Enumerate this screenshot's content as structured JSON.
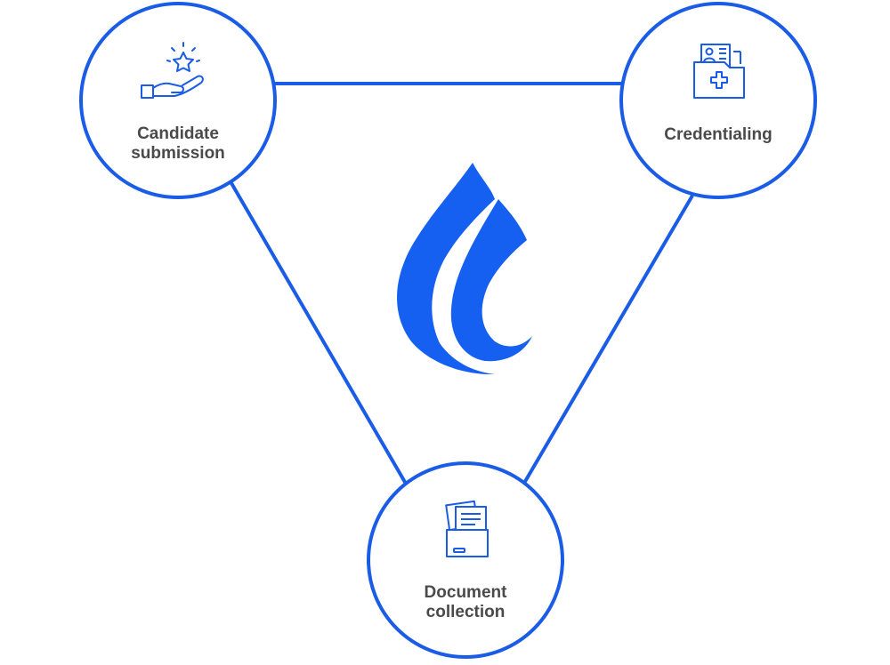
{
  "colors": {
    "accent": "#1a5ce6",
    "logo": "#1560f0",
    "text": "#4a4a4a",
    "background": "#ffffff"
  },
  "logo": {
    "icon": "water-drop-logo-icon"
  },
  "nodes": [
    {
      "id": "candidate-submission",
      "icon": "hand-star-icon",
      "lines": [
        "Candidate",
        "submission"
      ]
    },
    {
      "id": "credentialing",
      "icon": "medical-folder-icon",
      "lines": [
        "Credentialing"
      ]
    },
    {
      "id": "document-collection",
      "icon": "document-folder-icon",
      "lines": [
        "Document",
        "collection"
      ]
    }
  ]
}
